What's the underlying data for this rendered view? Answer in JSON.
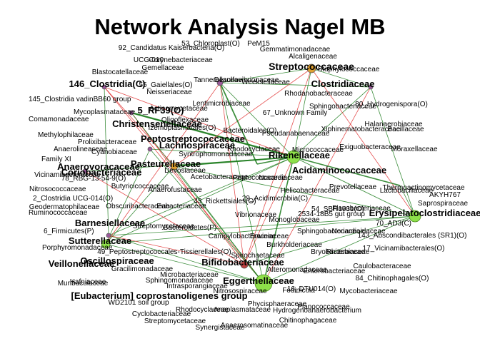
{
  "title": "Network Analysis Nagel MB",
  "colors": {
    "positive_edge": "#1a7a1a",
    "negative_edge": "#e03030",
    "hub_node": "#8ee04a",
    "hub_node_stroke": "#4a8a20",
    "minor_node": "#9a5a9a",
    "orange_node": "#e0a030",
    "small_node": "#c04040"
  },
  "nodes": [
    {
      "label": "Streptococcaceae",
      "bold": true,
      "size": "hub",
      "color": "orange"
    },
    {
      "label": "Clostridiaceae",
      "bold": true,
      "size": "hub",
      "color": "purple"
    },
    {
      "label": "146_Clostridia(C)",
      "bold": true,
      "size": "hub",
      "color": "purple"
    },
    {
      "label": "5_RF39(O)",
      "bold": true,
      "size": "hub",
      "color": "purple"
    },
    {
      "label": "Christensenellaceae",
      "bold": true,
      "size": "hub",
      "color": "purple"
    },
    {
      "label": "Peptostreptococcaceae",
      "bold": true,
      "size": "hub",
      "color": "purple"
    },
    {
      "label": "Lachnospiraceae",
      "bold": true,
      "size": "hub",
      "color": "purple"
    },
    {
      "label": "Rikenellaceae",
      "bold": true,
      "size": "hub",
      "color": "green"
    },
    {
      "label": "Acidaminococcaceae",
      "bold": true,
      "size": "hub",
      "color": "green"
    },
    {
      "label": "Anaerovoracaceae",
      "bold": true,
      "size": "hub",
      "color": "purple"
    },
    {
      "label": "Pasteurellaceae",
      "bold": true,
      "size": "hub",
      "color": "orange"
    },
    {
      "label": "Coriobacteriaceae",
      "bold": true,
      "size": "hub",
      "color": "purple"
    },
    {
      "label": "Barnesiellaceae",
      "bold": true,
      "size": "hub",
      "color": "purple"
    },
    {
      "label": "Erysipelatoclostridiaceae",
      "bold": true,
      "size": "hub",
      "color": "green"
    },
    {
      "label": "Sutterellaceae",
      "bold": true,
      "size": "hub",
      "color": "green"
    },
    {
      "label": "Veillonellaceae",
      "bold": true,
      "size": "hub",
      "color": "purple"
    },
    {
      "label": "Oscillospiraceae",
      "bold": true,
      "size": "hub",
      "color": "purple"
    },
    {
      "label": "Bifidobacteriaceae",
      "bold": true,
      "size": "hub",
      "color": "red"
    },
    {
      "label": "Eggerthellaceae",
      "bold": true,
      "size": "hub",
      "color": "green"
    },
    {
      "label": "[Eubacterium] coprostanoligenes group",
      "bold": true,
      "size": "hub",
      "color": "purple"
    },
    {
      "label": "53_Chloroplast(O)",
      "bold": false
    },
    {
      "label": "PeM15",
      "bold": false
    },
    {
      "label": "Alcaligenaceae",
      "bold": false
    },
    {
      "label": "Gemmatimonadaceae",
      "bold": false
    },
    {
      "label": "92_Candidatus Kaiserbacteria(O)",
      "bold": false
    },
    {
      "label": "UCG-010",
      "bold": false
    },
    {
      "label": "Corynebacteriaceae",
      "bold": false
    },
    {
      "label": "Gemellaceae",
      "bold": false
    },
    {
      "label": "Blastocatellaceae",
      "bold": false
    },
    {
      "label": "Tannerellaceae",
      "bold": false
    },
    {
      "label": "Desulfovibrionaceae",
      "bold": false
    },
    {
      "label": "Weeksellaceae",
      "bold": false
    },
    {
      "label": "Neisseriaceae",
      "bold": false
    },
    {
      "label": "55_Gaiellales(O)",
      "bold": false
    },
    {
      "label": "Rhodanobacteraceae",
      "bold": false
    },
    {
      "label": "145_Clostridia vadinBB60 group",
      "bold": false
    },
    {
      "label": "Lentimicrobiaceae",
      "bold": false
    },
    {
      "label": "80_Hydrogenispora(O)",
      "bold": false
    },
    {
      "label": "67_Unknown Family",
      "bold": false
    },
    {
      "label": "Sphingobacteriaceae",
      "bold": false
    },
    {
      "label": "Comamonadaceae",
      "bold": false
    },
    {
      "label": "Mycoplasmataceae",
      "bold": false
    },
    {
      "label": "Actinomycetaceae",
      "bold": false
    },
    {
      "label": "Oligoflexaceae",
      "bold": false
    },
    {
      "label": "Halanaerobiaceae",
      "bold": false
    },
    {
      "label": "Methylophilaceae",
      "bold": false
    },
    {
      "label": "Prolixibacteraceae",
      "bold": false
    },
    {
      "label": "Izemoplasmatales(O)",
      "bold": false
    },
    {
      "label": "Bacteroidales(O)",
      "bold": false
    },
    {
      "label": "Pseudanabaenaceae",
      "bold": false
    },
    {
      "label": "Xiphinematobacteraceae",
      "bold": false
    },
    {
      "label": "Bacillaceae",
      "bold": false
    },
    {
      "label": "Anaerolineaceae",
      "bold": false
    },
    {
      "label": "Family XI",
      "bold": false
    },
    {
      "label": "Cyanobiaceae",
      "bold": false
    },
    {
      "label": "Syntrophomonadaceae",
      "bold": false
    },
    {
      "label": "Rhodocyclaceae",
      "bold": false
    },
    {
      "label": "Micrococcaceae",
      "bold": false
    },
    {
      "label": "Exiguobacteraceae",
      "bold": false
    },
    {
      "label": "Moraxellaceae",
      "bold": false
    },
    {
      "label": "Vicinamibacteraceae",
      "bold": false
    },
    {
      "label": "Devosiaceae",
      "bold": false
    },
    {
      "label": "Acetobacteraceae",
      "bold": false
    },
    {
      "label": "Peptococcaceae",
      "bold": false
    },
    {
      "label": "Nocardiaceae",
      "bold": false
    },
    {
      "label": "Thermoactinomycetaceae",
      "bold": false
    },
    {
      "label": "AKYH767",
      "bold": false
    },
    {
      "label": "78_RBG-13-54-9(O)",
      "bold": false
    },
    {
      "label": "Butyricicoccaceae",
      "bold": false
    },
    {
      "label": "Anaerofustaceae",
      "bold": false
    },
    {
      "label": "Nitrosococcaceae",
      "bold": false
    },
    {
      "label": "2_Clostridia UCG-014(O)",
      "bold": false
    },
    {
      "label": "Geodermatophilaceae",
      "bold": false
    },
    {
      "label": "Helicobacteraceae",
      "bold": false
    },
    {
      "label": "Prevotellaceae",
      "bold": false
    },
    {
      "label": "Lactobacillaceae",
      "bold": false
    },
    {
      "label": "29_Acidimicrobiia(C)",
      "bold": false
    },
    {
      "label": "Saprospiraceae",
      "bold": false
    },
    {
      "label": "Ruminococcaceae",
      "bold": false
    },
    {
      "label": "43_Rickettsiales(O)",
      "bold": false
    },
    {
      "label": "Obscuribacteraceae",
      "bold": false
    },
    {
      "label": "Eubacteriaceae",
      "bold": false
    },
    {
      "label": "Vibrionaceae",
      "bold": false
    },
    {
      "label": "54_SBR1031(O)",
      "bold": false
    },
    {
      "label": "Flavobacteriaceae",
      "bold": false
    },
    {
      "label": "2534-18B5 gut group",
      "bold": false
    },
    {
      "label": "70_AD3(C)",
      "bold": false
    },
    {
      "label": "Monoglobaceae",
      "bold": false
    },
    {
      "label": "6_Firmicutes(P)",
      "bold": false
    },
    {
      "label": "Sphingobacteriaceae",
      "bold": false
    },
    {
      "label": "Nocardioidaceae",
      "bold": false
    },
    {
      "label": "143_Abscondibacterales (SR1)(O)",
      "bold": false
    },
    {
      "label": "Streptomycetaceae",
      "bold": false
    },
    {
      "label": "Campylobacteraceae",
      "bold": false
    },
    {
      "label": "Erwiniaceae",
      "bold": false
    },
    {
      "label": "Burkholderiaceae",
      "bold": false
    },
    {
      "label": "Bryobacteraceae",
      "bold": false
    },
    {
      "label": "Porphyromonadaceae",
      "bold": false
    },
    {
      "label": "Spirochaetaceae",
      "bold": false
    },
    {
      "label": "Rhizobiaceae",
      "bold": false
    },
    {
      "label": "17_Vicinamibacterales(O)",
      "bold": false
    },
    {
      "label": "49_Peptostreptococcales-Tissierellales(O)",
      "bold": false
    },
    {
      "label": "Bacteroidetes(P)",
      "bold": false
    },
    {
      "label": "Caulobacteraceae",
      "bold": false
    },
    {
      "label": "Enterobacteriaceae",
      "bold": false
    },
    {
      "label": "Gracilimonadaceae",
      "bold": false
    },
    {
      "label": "Sphingomonadaceae",
      "bold": false
    },
    {
      "label": "Microbacteriaceae",
      "bold": false
    },
    {
      "label": "Alteromonadaceae",
      "bold": false
    },
    {
      "label": "84_Chitinophagales(O)",
      "bold": false
    },
    {
      "label": "Hafniaceae",
      "bold": false
    },
    {
      "label": "Muribaculaceae",
      "bold": false
    },
    {
      "label": "Intrasporangiaceae",
      "bold": false
    },
    {
      "label": "Nitrosospiraceae",
      "bold": false
    },
    {
      "label": "Fodinicola",
      "bold": false
    },
    {
      "label": "16_DTU014(O)",
      "bold": false
    },
    {
      "label": "Mycobacteriaceae",
      "bold": false
    },
    {
      "label": "WD2101 soil group",
      "bold": false
    },
    {
      "label": "Phycisphaeraceae",
      "bold": false
    },
    {
      "label": "Cyclobacteriaceae",
      "bold": false
    },
    {
      "label": "Rhodocyclaceae",
      "bold": false
    },
    {
      "label": "Anaplasmataceae",
      "bold": false
    },
    {
      "label": "Hydrogenoanaerobacterium",
      "bold": false
    },
    {
      "label": "Planococcaceae",
      "bold": false
    },
    {
      "label": "Chitinophagaceae",
      "bold": false
    },
    {
      "label": "Streptomycetaceae",
      "bold": false
    },
    {
      "label": "Synergistaceae",
      "bold": false
    },
    {
      "label": "Anaerosomatinaceae",
      "bold": false
    },
    {
      "label": "Staphylococcaceae",
      "bold": false
    }
  ]
}
